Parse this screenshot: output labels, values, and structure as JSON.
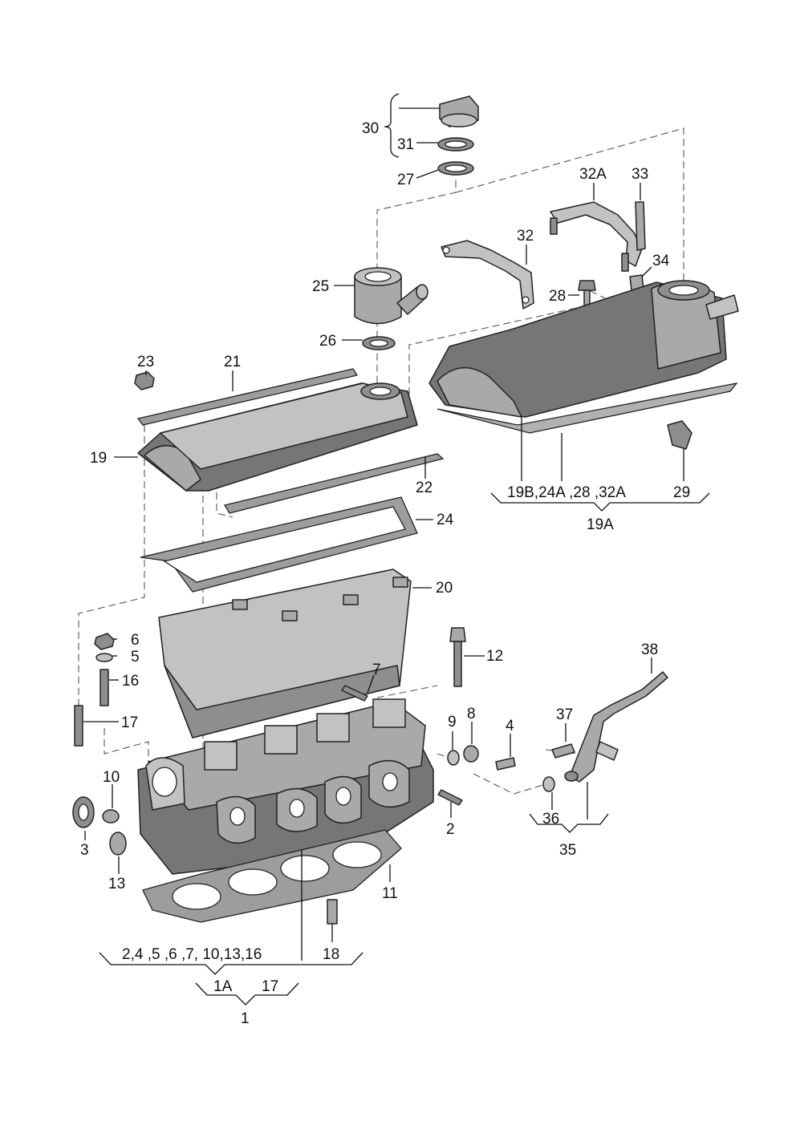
{
  "labels": {
    "l30": "30",
    "l31": "31",
    "l27": "27",
    "l32A": "32A",
    "l33": "33",
    "l32": "32",
    "l34": "34",
    "l25": "25",
    "l26": "26",
    "l28": "28",
    "l23": "23",
    "l21": "21",
    "l19": "19",
    "l22": "22",
    "l24": "24",
    "l20": "20",
    "l6": "6",
    "l5": "5",
    "l16": "16",
    "l17a": "17",
    "l12": "12",
    "l7": "7",
    "l9": "9",
    "l8": "8",
    "l4": "4",
    "l10": "10",
    "l3": "3",
    "l13": "13",
    "l2": "2",
    "l11": "11",
    "l18": "18",
    "l37": "37",
    "l38": "38",
    "l36": "36",
    "l35": "35",
    "l29": "29"
  },
  "groups": {
    "g19A_items": "19B,24A ,28 ,32A",
    "g19A": "19A",
    "g1A_items": "2,4 ,5 ,6 ,7, 10,13,16",
    "g1A": "1A",
    "g1_17": "17",
    "g1": "1"
  }
}
